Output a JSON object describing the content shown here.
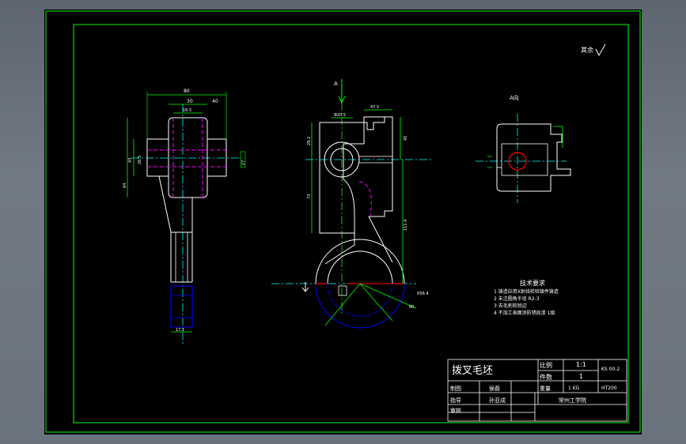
{
  "title_block": {
    "part_name": "拨叉毛坯",
    "scale_label": "比例",
    "scale_value": "1:1",
    "qty_label": "件数",
    "qty_value": "1",
    "drawing_no": "KS 00-2",
    "draw_label": "制图",
    "draw_value": "侯磊",
    "weight_label": "重量",
    "weight_value": "1 KG",
    "material": "HT200",
    "guide_label": "指导",
    "guide_value": "孙亚成",
    "school": "常州工学院",
    "review_label": "审核"
  },
  "notes": {
    "heading": "技术要求",
    "items": [
      "1 铸造应用X射线检验铸件铸造",
      "2 未注圆角半径 R2-3",
      "3 去毛刺和锐边",
      "4 不加工表面涂防锈底漆 1级"
    ]
  },
  "roughness_note": "其余",
  "view_label": "A向",
  "arrow_label": "A",
  "dims": {
    "front_top": "80",
    "front_mid": "30",
    "front_inner": "16.5",
    "front_right": "40",
    "front_left1": "26.5",
    "front_left2": "43",
    "front_left3": "64",
    "front_right_v": "27",
    "front_bottom": "17.1",
    "side_top": "47.5",
    "side_hole": "Φ20.5",
    "side_left": "29.2",
    "side_r": "45",
    "side_mid": "73",
    "side_low": "111.4",
    "side_r2": "R56.4",
    "side_angle": "60"
  },
  "colors": {
    "outline": "#ffffff",
    "dimension": "#00ff00",
    "center": "#00ffff",
    "hidden": "#ff00ff",
    "section": "#0000ff",
    "hatch": "#ff0000",
    "frame": "#00ff00"
  }
}
